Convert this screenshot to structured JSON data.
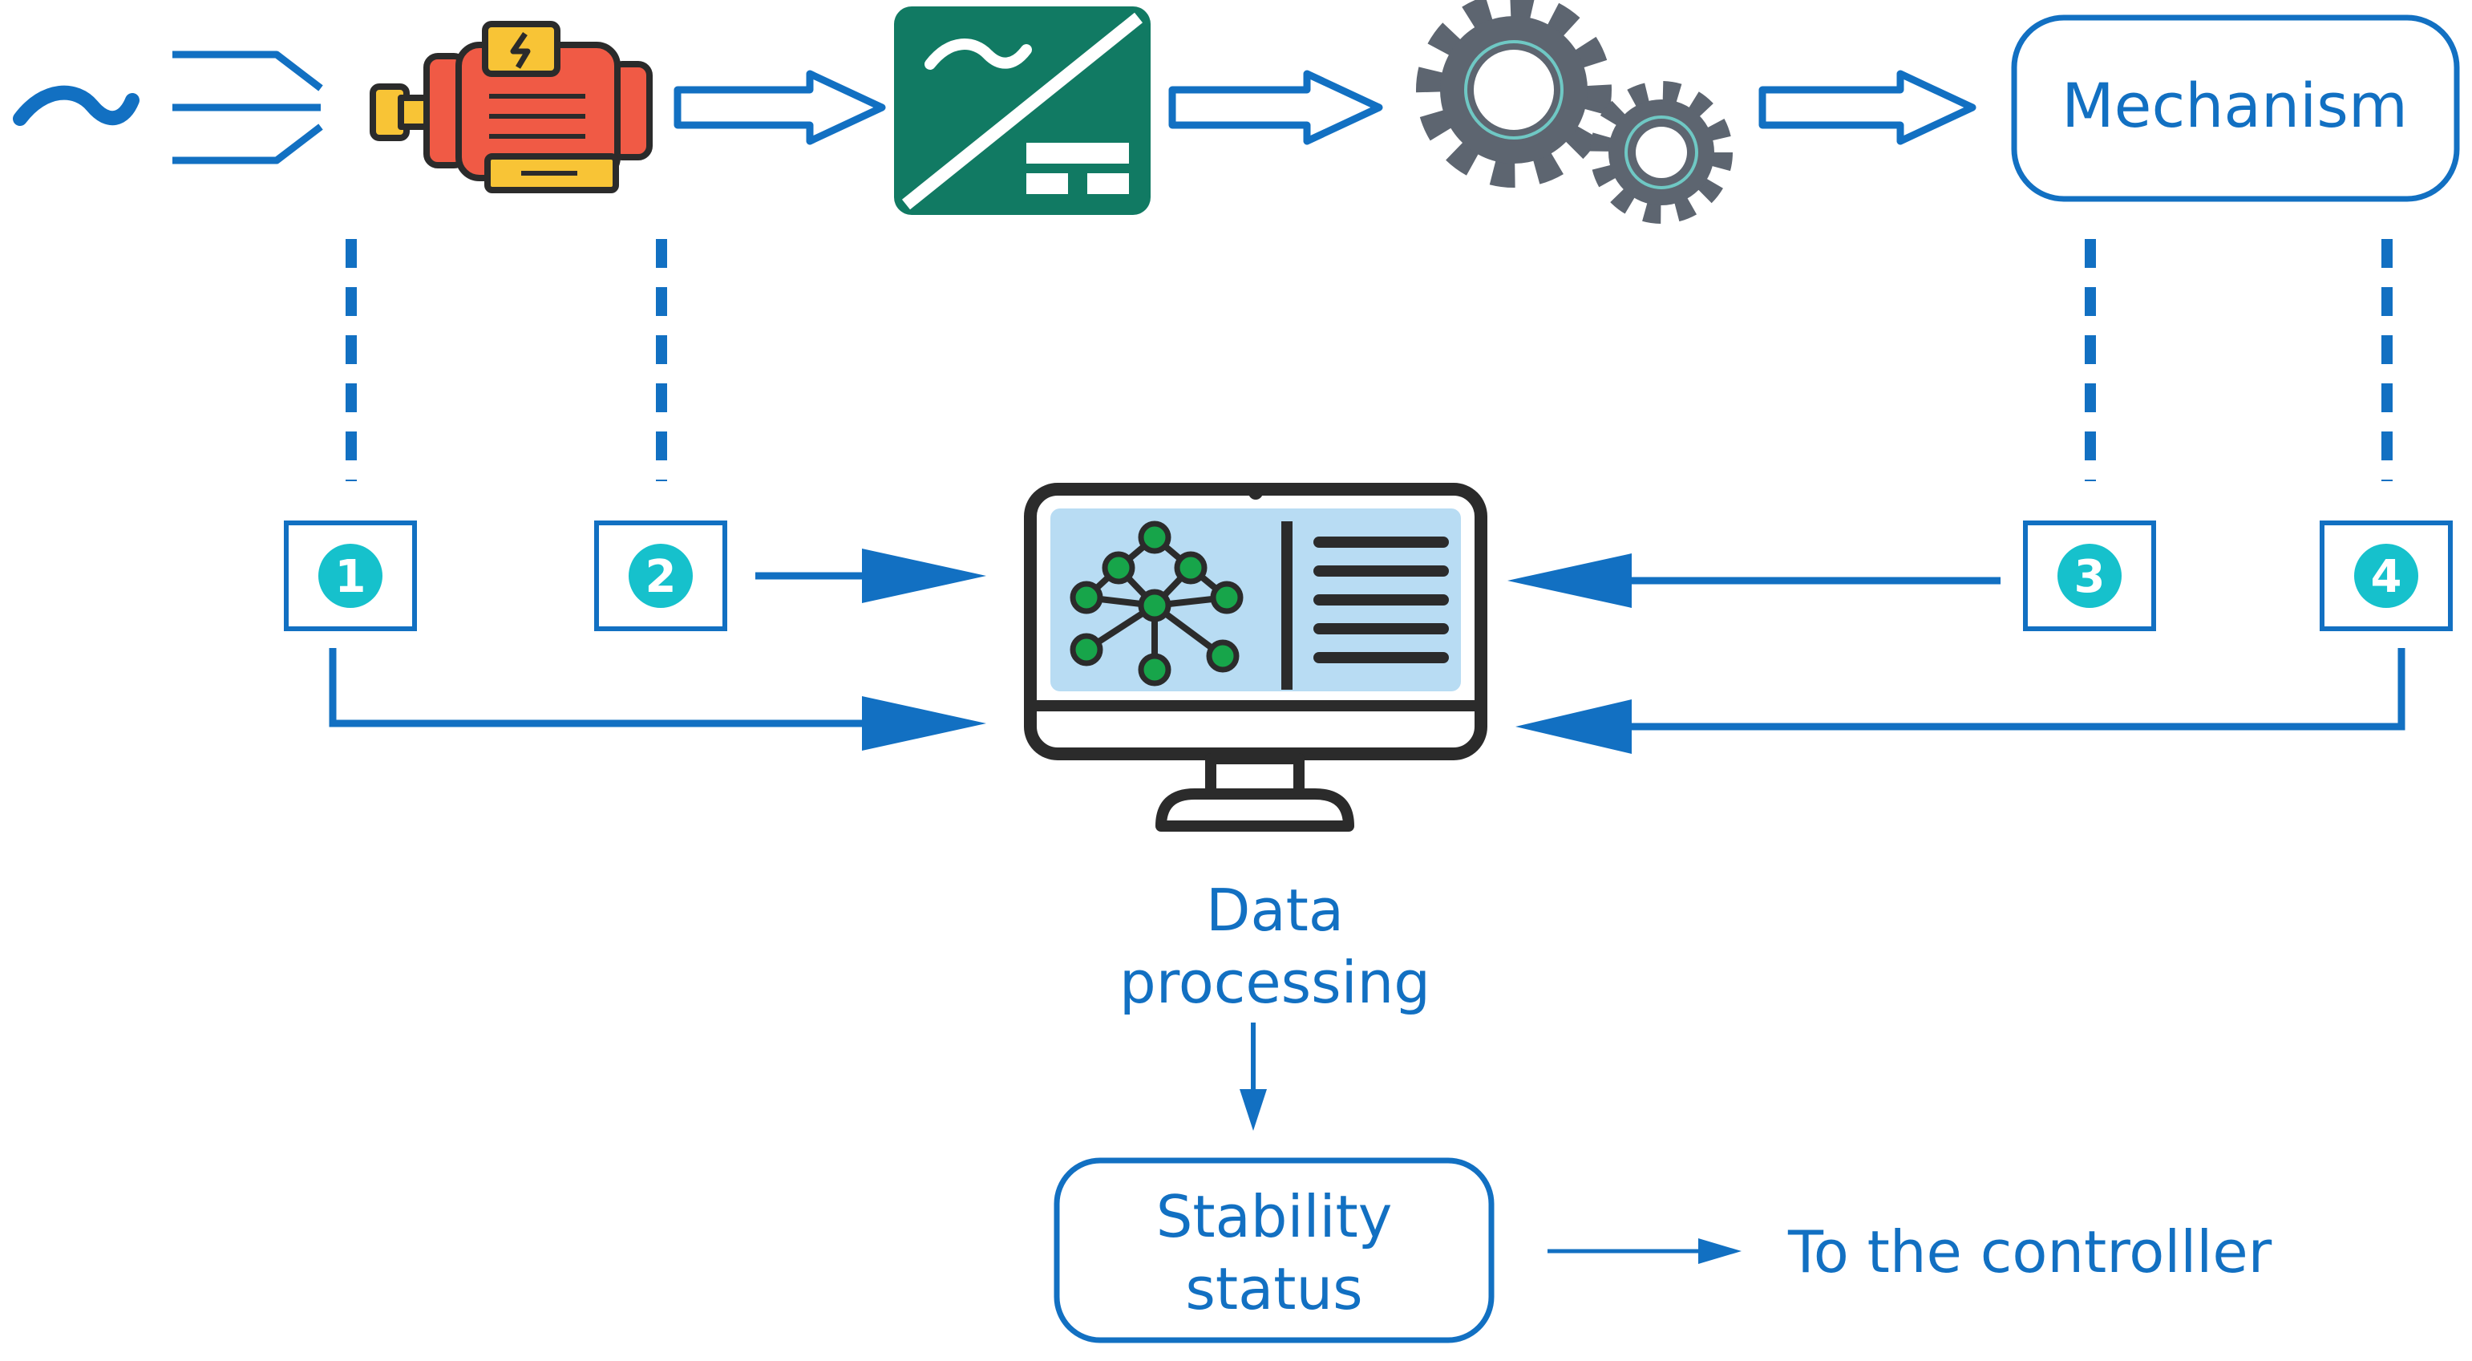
{
  "mechanism": {
    "label": "Mechanism"
  },
  "data_processing": {
    "line1": "Data",
    "line2": "processing"
  },
  "stability": {
    "line1": "Stability",
    "line2": "status"
  },
  "controller": {
    "label": "To the controlller"
  },
  "sensors": [
    {
      "number": "1"
    },
    {
      "number": "2"
    },
    {
      "number": "3"
    },
    {
      "number": "4"
    }
  ],
  "colors": {
    "line_blue": "#1270c2",
    "sensor_teal": "#16c1cc",
    "motor_red": "#f05a45",
    "motor_yellow": "#f8c436",
    "converter_green": "#117a63",
    "gear_gray": "#5d6570",
    "monitor_screen": "#b8dcf3",
    "node_green": "#17a54a",
    "outline_dark": "#2b2b2b"
  },
  "icons": [
    "ac-wave-icon",
    "power-lines-icon",
    "electric-motor-icon",
    "ac-dc-converter-icon",
    "gears-icon",
    "monitor-icon"
  ]
}
